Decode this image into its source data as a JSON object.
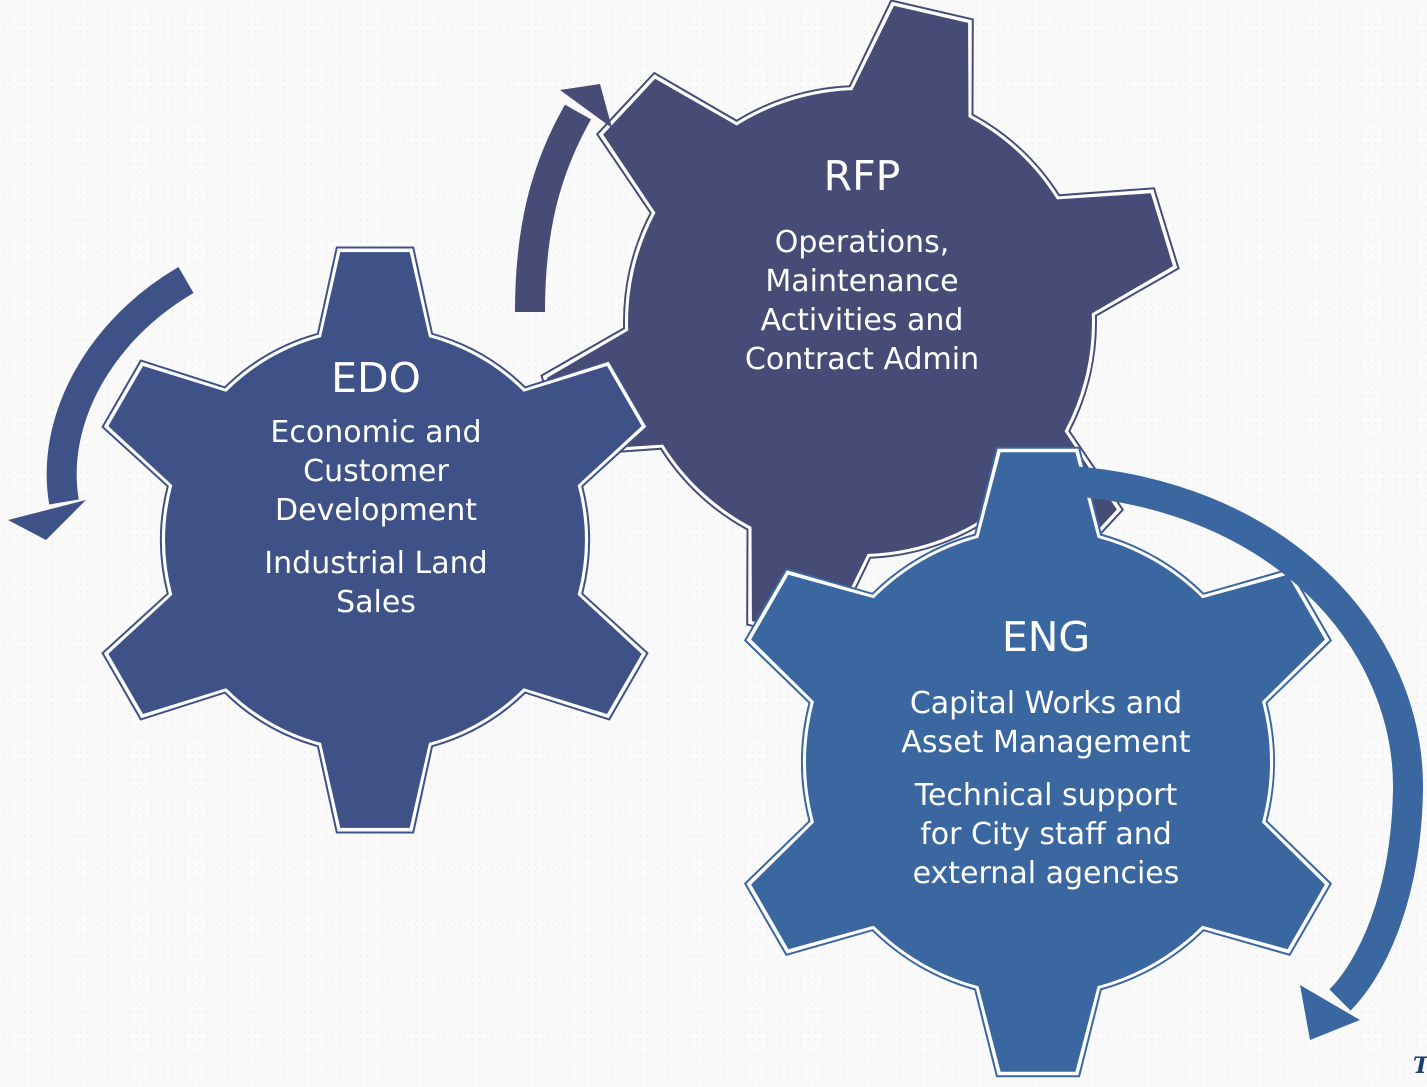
{
  "colors": {
    "edo_gear": "#3f5288",
    "rfp_gear": "#474c76",
    "eng_gear": "#3a67a0",
    "edo_arrow": "#3f5288",
    "rfp_arrow": "#474c76",
    "eng_arrow": "#3a67a0",
    "text": "#ffffff"
  },
  "gears": {
    "edo": {
      "title": "EDO",
      "lines": [
        "Economic and",
        "Customer",
        "Development"
      ],
      "lines2": [
        "Industrial Land",
        "Sales"
      ]
    },
    "rfp": {
      "title": "RFP",
      "lines": [
        "Operations,",
        "Maintenance",
        "Activities and",
        "Contract Admin"
      ]
    },
    "eng": {
      "title": "ENG",
      "lines": [
        "Capital Works and",
        "Asset Management"
      ],
      "lines2": [
        "Technical support",
        "for City staff and",
        "external agencies"
      ]
    }
  },
  "icons": [
    "gear-icon",
    "curved-arrow-icon",
    "logo-icon"
  ]
}
